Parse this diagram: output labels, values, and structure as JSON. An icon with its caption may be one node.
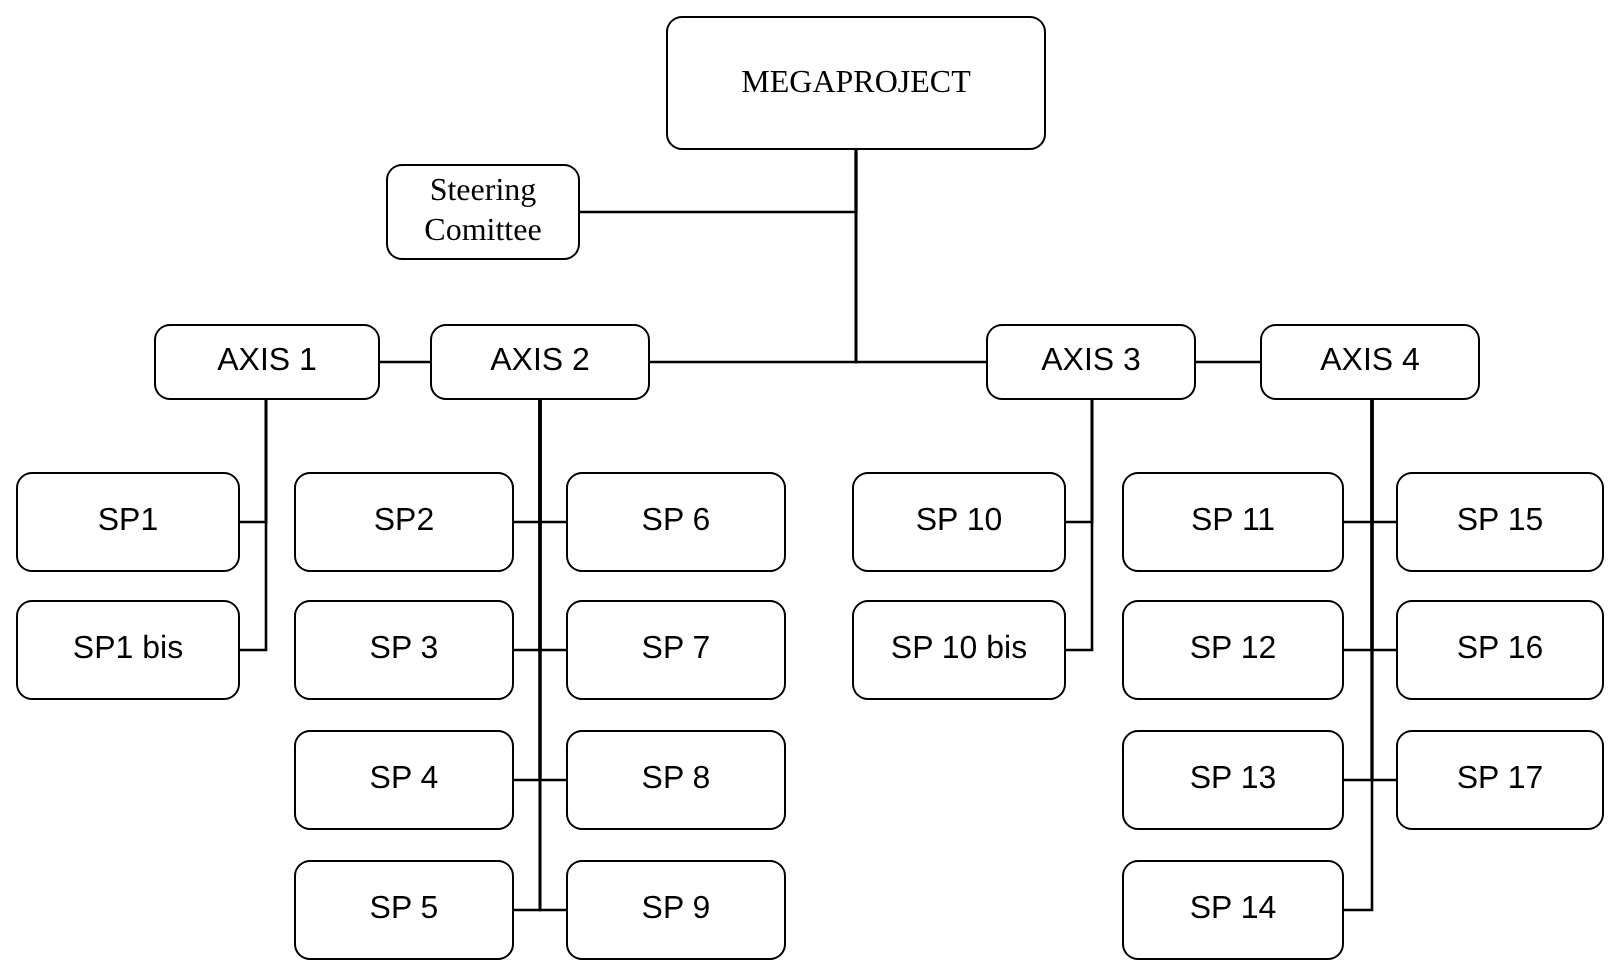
{
  "diagram": {
    "nodes": [
      {
        "text": [
          "MEGAPROJECT"
        ]
      },
      {
        "text": [
          "Steering Comittee"
        ]
      },
      {
        "text": [
          "AXIS 1"
        ]
      },
      {
        "text": [
          "AXIS 2"
        ]
      },
      {
        "text": [
          "AXIS 3"
        ]
      },
      {
        "text": [
          "AXIS 4"
        ]
      },
      {
        "text": [
          "SP1"
        ]
      },
      {
        "text": [
          "SP1 bis"
        ]
      },
      {
        "text": [
          "SP2"
        ]
      },
      {
        "text": [
          "SP 3"
        ]
      },
      {
        "text": [
          "SP 4"
        ]
      },
      {
        "text": [
          "SP 5"
        ]
      },
      {
        "text": [
          "SP 6"
        ]
      },
      {
        "text": [
          "SP 7"
        ]
      },
      {
        "text": [
          "SP 8"
        ]
      },
      {
        "text": [
          "SP 9"
        ]
      },
      {
        "text": [
          "SP 10"
        ]
      },
      {
        "text": [
          "SP 10 bis"
        ]
      },
      {
        "text": [
          "SP 11"
        ]
      },
      {
        "text": [
          "SP 12"
        ]
      },
      {
        "text": [
          "SP 13"
        ]
      },
      {
        "text": [
          "SP 14"
        ]
      },
      {
        "text": [
          "SP 15"
        ]
      },
      {
        "text": [
          "SP 16"
        ]
      },
      {
        "text": [
          "SP 17"
        ]
      }
    ],
    "edges": [
      {
        "from": 0,
        "to": 1,
        "arrow": "none"
      },
      {
        "from": 0,
        "to": 3,
        "arrow": "none"
      },
      {
        "from": 0,
        "to": 4,
        "arrow": "none"
      },
      {
        "from": 2,
        "to": 3,
        "arrow": "none"
      },
      {
        "from": 4,
        "to": 5,
        "arrow": "none"
      },
      {
        "from": 2,
        "to": 6,
        "arrow": "none"
      },
      {
        "from": 2,
        "to": 7,
        "arrow": "none"
      },
      {
        "from": 3,
        "to": 8,
        "arrow": "none"
      },
      {
        "from": 3,
        "to": 9,
        "arrow": "none"
      },
      {
        "from": 3,
        "to": 10,
        "arrow": "none"
      },
      {
        "from": 3,
        "to": 11,
        "arrow": "none"
      },
      {
        "from": 3,
        "to": 12,
        "arrow": "none"
      },
      {
        "from": 3,
        "to": 13,
        "arrow": "none"
      },
      {
        "from": 3,
        "to": 14,
        "arrow": "none"
      },
      {
        "from": 3,
        "to": 15,
        "arrow": "none"
      },
      {
        "from": 4,
        "to": 16,
        "arrow": "none"
      },
      {
        "from": 4,
        "to": 17,
        "arrow": "none"
      },
      {
        "from": 5,
        "to": 18,
        "arrow": "none"
      },
      {
        "from": 5,
        "to": 19,
        "arrow": "none"
      },
      {
        "from": 5,
        "to": 20,
        "arrow": "none"
      },
      {
        "from": 5,
        "to": 21,
        "arrow": "none"
      },
      {
        "from": 5,
        "to": 22,
        "arrow": "none"
      },
      {
        "from": 5,
        "to": 23,
        "arrow": "none"
      },
      {
        "from": 5,
        "to": 24,
        "arrow": "none"
      }
    ]
  }
}
